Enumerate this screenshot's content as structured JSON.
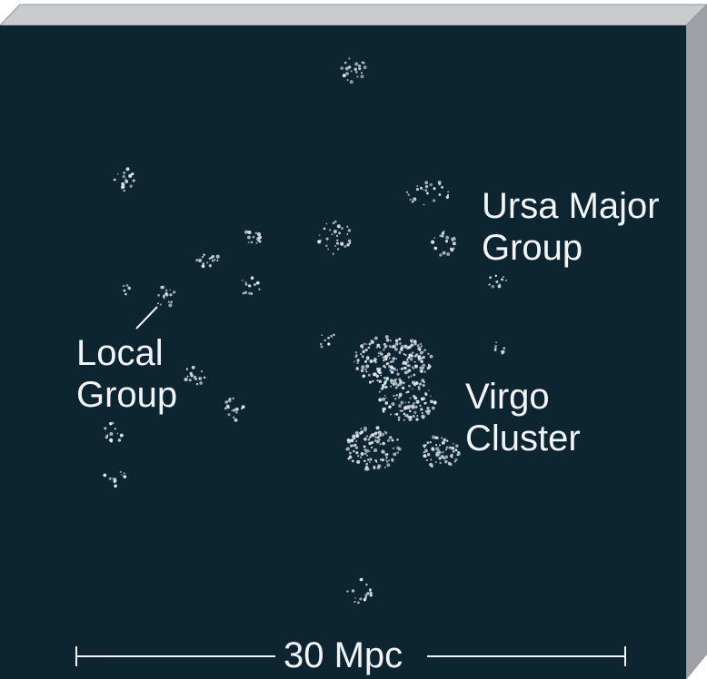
{
  "labels": {
    "local_group": [
      "Local",
      "Group"
    ],
    "ursa_major": [
      "Ursa Major",
      "Group"
    ],
    "virgo": [
      "Virgo",
      "Cluster"
    ]
  },
  "scale_bar": {
    "text": "30 Mpc"
  },
  "colors": {
    "background": "#0d2431",
    "box_top": "#c9cbcd",
    "box_side": "#9ea2a6",
    "galaxy": "#dfe8ee",
    "text": "#f2f4f6"
  }
}
